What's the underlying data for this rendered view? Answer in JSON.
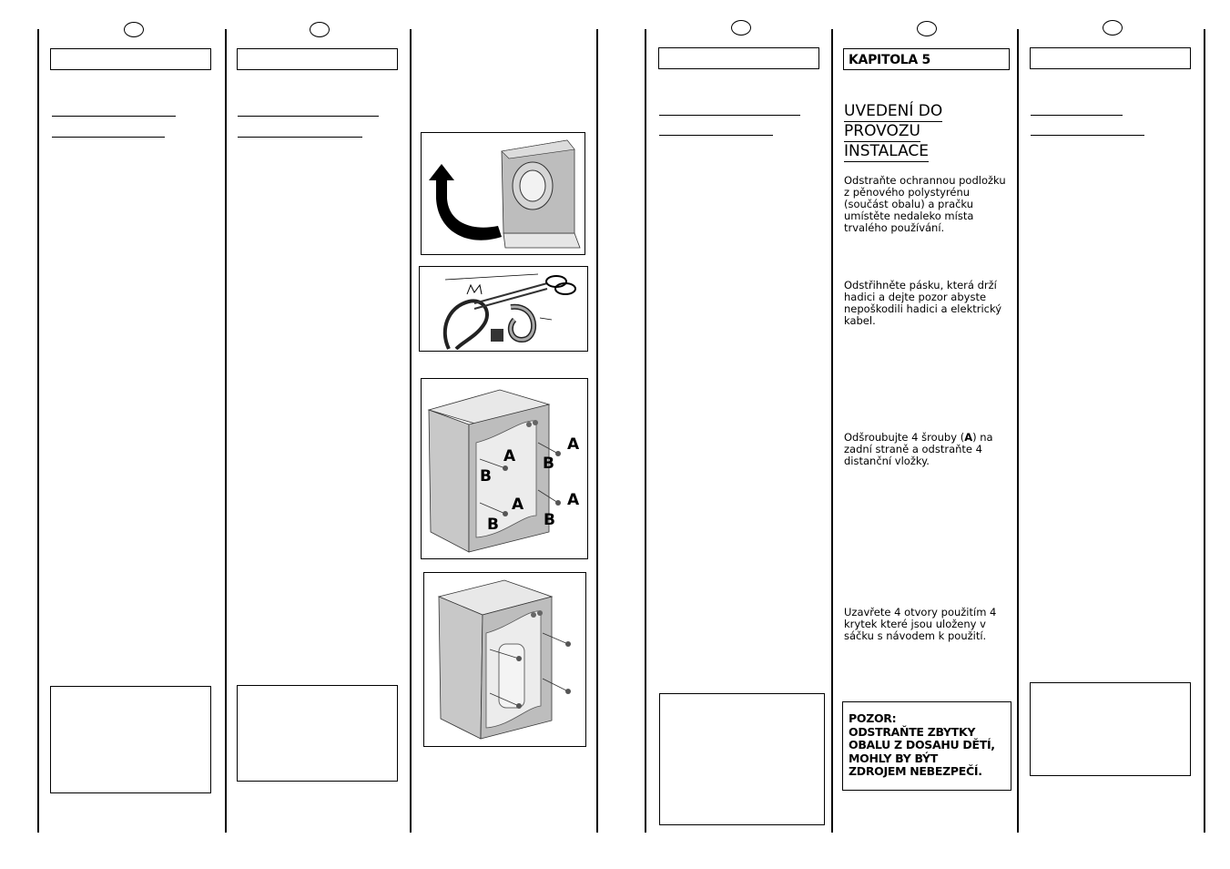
{
  "chapter": {
    "label": "KAPITOLA 5"
  },
  "section": {
    "heading_lines": [
      "UVEDENÍ DO",
      "PROVOZU",
      "INSTALACE"
    ]
  },
  "instructions": [
    "Odstraňte ochrannou podložku z pěnového polystyrénu (součást obalu) a pračku umístěte nedaleko místa trvalého používání.",
    "Odstřihněte pásku, která drží hadici a dejte pozor abyste nepoškodili hadici a elektrický kabel.",
    "Odšroubujte 4 šrouby (A) na zadní straně a odstraňte 4 distanční vložky.",
    "Uzavřete 4 otvory použitím 4 krytek které jsou uloženy v sáčku s návodem k použití."
  ],
  "warning": {
    "lines": [
      "POZOR:",
      "ODSTRAŇTE ZBYTKY",
      "OBALU Z DOSAHU DĚTÍ,",
      "MOHLY BY BÝT",
      "ZDROJEM NEBEZPEČÍ."
    ]
  },
  "figure_labels": {
    "screw": "A",
    "spacer": "B"
  }
}
